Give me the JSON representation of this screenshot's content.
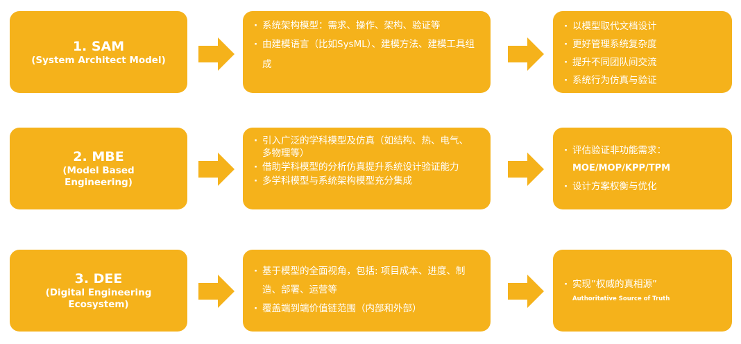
{
  "rows": [
    {
      "title": "1. SAM",
      "subtitle": "(System Architect Model)",
      "middle": [
        "系统架构模型：需求、操作、架构、验证等",
        "由建模语言（比如SysML）、建模方法、建模工具组成"
      ],
      "right": [
        "以模型取代文档设计",
        "更好管理系统复杂度",
        "提升不同团队间交流",
        "系统行为仿真与验证"
      ]
    },
    {
      "title": "2. MBE",
      "subtitle": "(Model Based Engineering)",
      "middle": [
        "引入广泛的学科模型及仿真（如结构、热、电气、多物理等）",
        "借助学科模型的分析仿真提升系统设计验证能力",
        "多学科模型与系统架构模型充分集成"
      ],
      "right": [
        "评估验证非功能需求：",
        "MOE/MOP/KPP/TPM",
        "设计方案权衡与优化"
      ]
    },
    {
      "title": "3. DEE",
      "subtitle": "(Digital Engineering Ecosystem)",
      "middle": [
        "基于模型的全面视角，包括: 项目成本、进度、制造、部署、运营等",
        "覆盖端到端价值链范围（内部和外部）"
      ],
      "right": [
        "实现”权威的真相源”"
      ],
      "right_note": "Authoritative Source of Truth"
    }
  ],
  "colors": {
    "box": "#f5b21b",
    "text": "#ffffff",
    "background": "#ffffff"
  }
}
